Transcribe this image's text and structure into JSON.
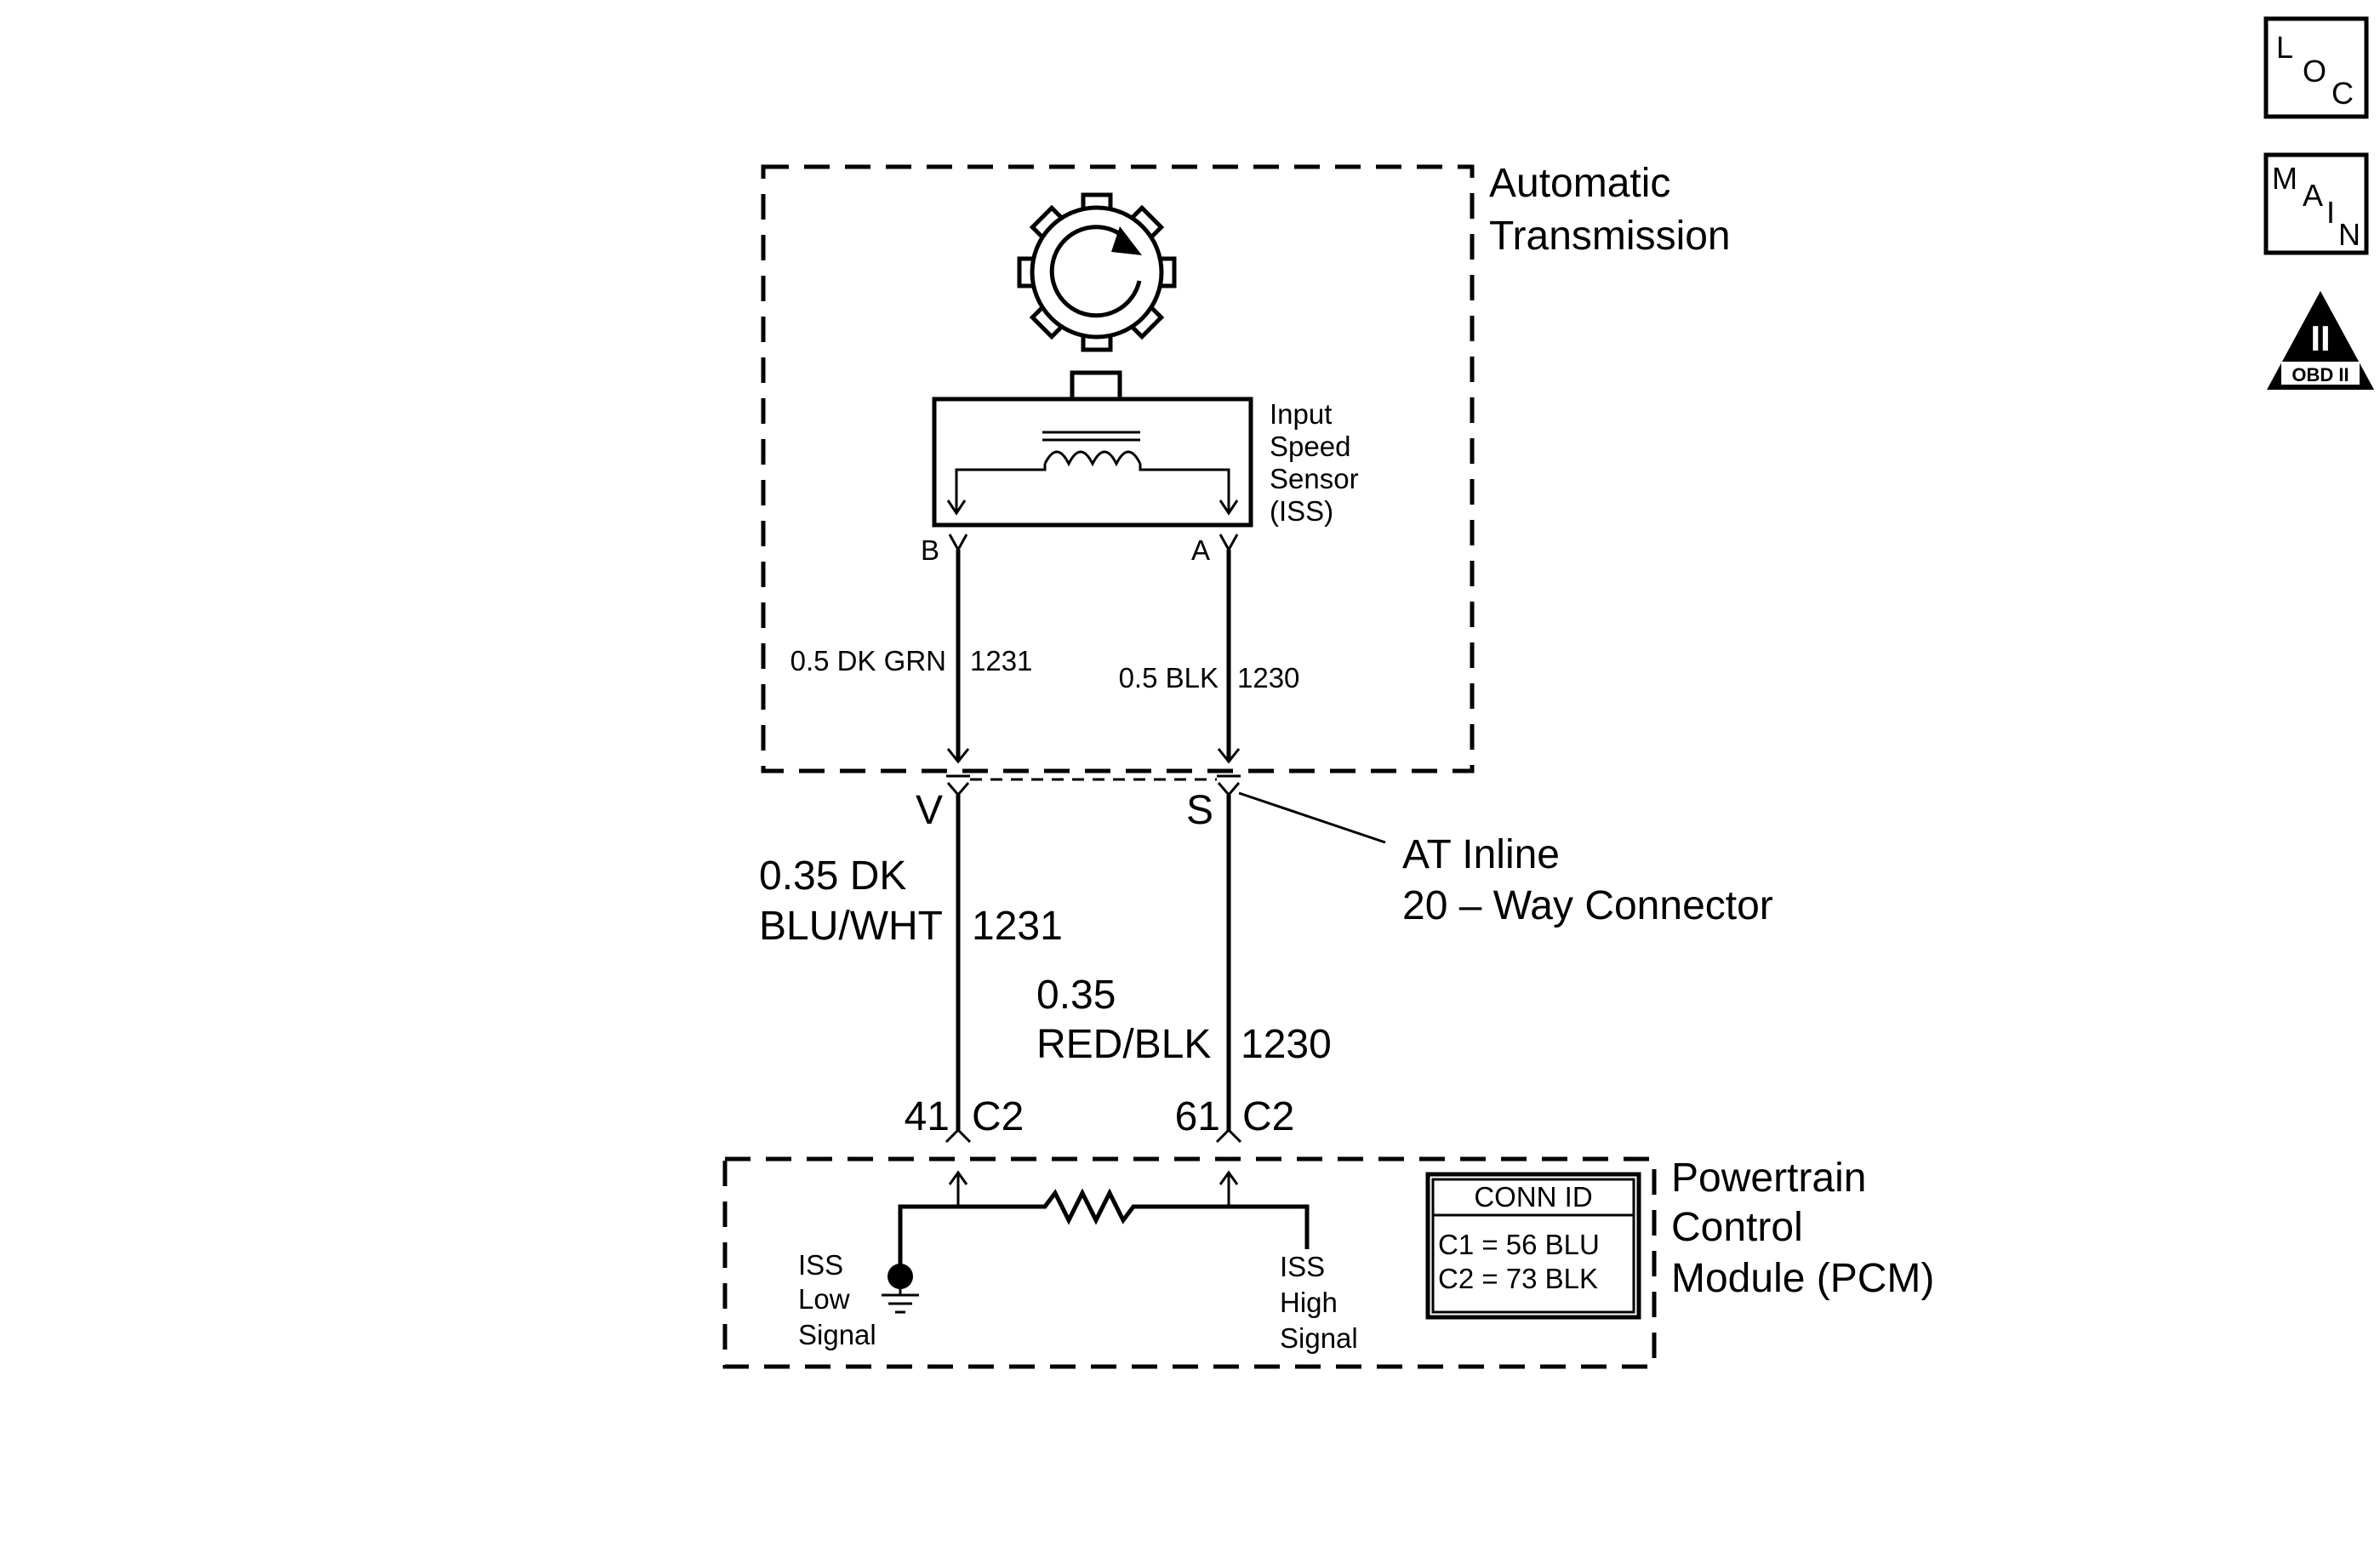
{
  "side_icons": {
    "loc": {
      "letters": [
        "L",
        "O",
        "C"
      ]
    },
    "main": {
      "letters": [
        "M",
        "A",
        "I",
        "N"
      ]
    },
    "obd": {
      "numeral": "II",
      "label": "OBD II"
    }
  },
  "transmission": {
    "title_line1": "Automatic",
    "title_line2": "Transmission",
    "sensor_label": [
      "Input",
      "Speed",
      "Sensor",
      "(ISS)"
    ],
    "pin_b": "B",
    "pin_a": "A",
    "wire_left": {
      "size_color": "0.5 DK GRN",
      "circuit": "1231"
    },
    "wire_right": {
      "size_color": "0.5 BLK",
      "circuit": "1230"
    }
  },
  "inline_connector": {
    "pin_left": "V",
    "pin_right": "S",
    "label_line1": "AT Inline",
    "label_line2": "20 – Way Connector"
  },
  "harness": {
    "wire_left": {
      "line1": "0.35 DK",
      "line2": "BLU/WHT",
      "circuit": "1231"
    },
    "wire_right": {
      "line1": "0.35",
      "line2": "RED/BLK",
      "circuit": "1230"
    }
  },
  "pcm": {
    "pin_left": {
      "number": "41",
      "connector": "C2"
    },
    "pin_right": {
      "number": "61",
      "connector": "C2"
    },
    "title": [
      "Powertrain",
      "Control",
      "Module (PCM)"
    ],
    "low_signal": [
      "ISS",
      "Low",
      "Signal"
    ],
    "high_signal": [
      "ISS",
      "High",
      "Signal"
    ],
    "conn_id": {
      "header": "CONN ID",
      "rows": [
        "C1 = 56 BLU",
        "C2 = 73 BLK"
      ]
    }
  }
}
